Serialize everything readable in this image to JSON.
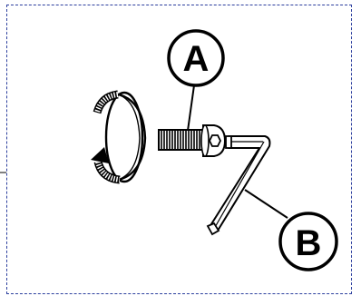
{
  "callouts": {
    "a": {
      "label": "A"
    },
    "b": {
      "label": "B"
    }
  },
  "colors": {
    "frame_border": "#2c3f9e",
    "ink": "#000000",
    "paper": "#ffffff"
  },
  "icons": {
    "rotation": "curved-rotation-arrow",
    "screw": "socket-head-cap-screw",
    "key": "hex-allen-key"
  }
}
